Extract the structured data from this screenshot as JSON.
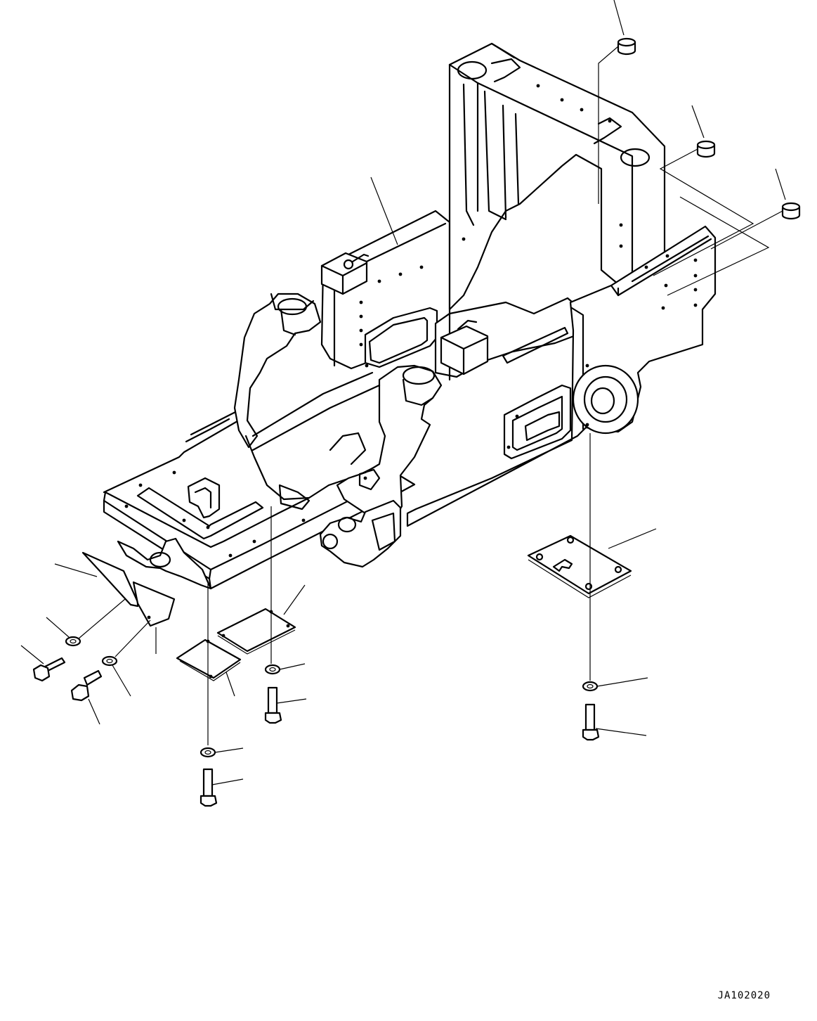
{
  "drawing": {
    "code": "JA102020"
  },
  "parts": {
    "main_frame": "frame",
    "bumpers": [
      "rubber-stopper",
      "rubber-stopper",
      "rubber-stopper"
    ],
    "front_covers": [
      "cover",
      "cover"
    ],
    "under_covers": [
      "cover",
      "cover"
    ],
    "rear_cover": "cover",
    "bolts": [
      "bolt",
      "bolt",
      "bolt",
      "bolt",
      "bolt"
    ],
    "washers": [
      "washer",
      "washer",
      "washer",
      "washer",
      "washer"
    ]
  }
}
